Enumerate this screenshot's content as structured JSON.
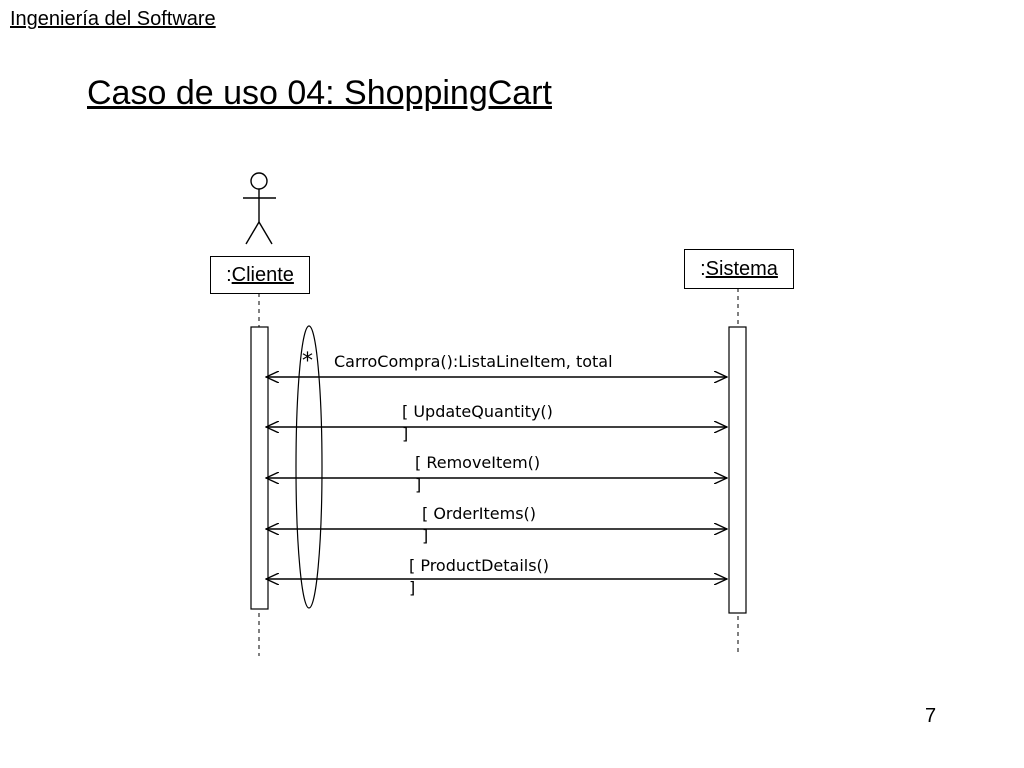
{
  "header": {
    "course": "Ingeniería del Software",
    "title": "Caso de uso 04: ShoppingCart",
    "page_number": "7"
  },
  "lifelines": {
    "cliente": {
      "prefix": ":",
      "name": "Cliente"
    },
    "sistema": {
      "prefix": ":",
      "name": "Sistema"
    }
  },
  "loop": {
    "marker": "*"
  },
  "messages": [
    {
      "label": "CarroCompra():ListaLineItem, total"
    },
    {
      "label": "[ UpdateQuantity()\n]"
    },
    {
      "label": "[ RemoveItem()\n]"
    },
    {
      "label": "[ OrderItems()\n]"
    },
    {
      "label": "[ ProductDetails()\n]"
    }
  ]
}
